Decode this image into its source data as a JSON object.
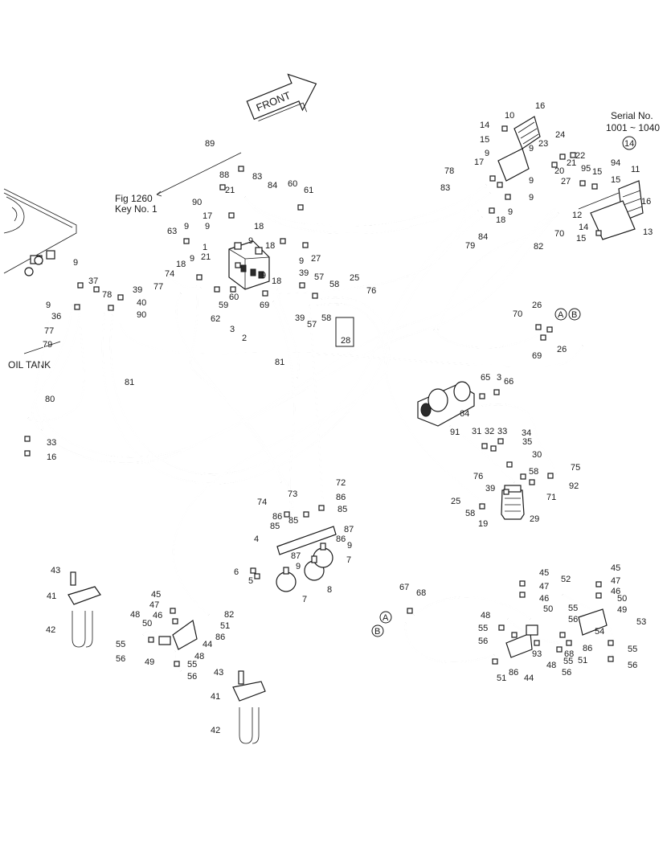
{
  "header": {
    "serial_label": "Serial No.",
    "serial_range": "1001 ~ 1040",
    "ref_badge": "14"
  },
  "front_label": "FRONT",
  "fig_ref": {
    "line1": "Fig 1260",
    "line2": "Key No. 1"
  },
  "oil_tank_label": "OIL TANK",
  "connector_a": "A",
  "connector_b": "B",
  "callouts": {
    "c89": "89",
    "c88": "88",
    "c21a": "21",
    "c83a": "83",
    "c84a": "84",
    "c60a": "60",
    "c61": "61",
    "c90a": "90",
    "c17a": "17",
    "c18a": "18",
    "c9a": "9",
    "c63": "63",
    "c9b": "9",
    "c18b": "18",
    "c1": "1",
    "c21b": "21",
    "c9c": "9",
    "c9d": "9",
    "c27a": "27",
    "c74a": "74",
    "c18c": "18",
    "c9e": "9",
    "c59": "59",
    "c60b": "60",
    "c62": "62",
    "c9f": "9",
    "c18d": "18",
    "c69a": "69",
    "c39a": "39",
    "c57a": "57",
    "c58a": "58",
    "c39b": "39",
    "c57b": "57",
    "c58b": "58",
    "c25a": "25",
    "c76a": "76",
    "c28": "28",
    "c3a": "3",
    "c2": "2",
    "c81": "81",
    "c9g": "9",
    "c37": "37",
    "c39c": "39",
    "c78a": "78",
    "c40": "40",
    "c9h": "9",
    "c36": "36",
    "c90b": "90",
    "c77a": "77",
    "c77b": "77",
    "c79a": "79",
    "c81b": "81",
    "c80": "80",
    "c33a": "33",
    "c16a": "16",
    "c10": "10",
    "c16b": "16",
    "c14a": "14",
    "c15a": "15",
    "c24": "24",
    "c23": "23",
    "c9i": "9",
    "c22": "22",
    "c21c": "21",
    "c20": "20",
    "c9j": "9",
    "c17b": "17",
    "c9k": "9",
    "c9l": "9",
    "c9m": "9",
    "c18e": "18",
    "c27b": "27",
    "c78b": "78",
    "c83b": "83",
    "c79b": "79",
    "c84b": "84",
    "c95": "95",
    "c94": "94",
    "c15b": "15",
    "c11": "11",
    "c15c": "15",
    "c16c": "16",
    "c12": "12",
    "c14b": "14",
    "c15d": "15",
    "c13": "13",
    "c70a": "70",
    "c82a": "82",
    "c70b": "70",
    "c26a": "26",
    "c69b": "69",
    "c26b": "26",
    "c65": "65",
    "c3b": "3",
    "c66": "66",
    "c64": "64",
    "c91": "91",
    "c31": "31",
    "c32": "32",
    "c33b": "33",
    "c34": "34",
    "c35": "35",
    "c30": "30",
    "c76b": "76",
    "c58c": "58",
    "c75": "75",
    "c92": "92",
    "c71": "71",
    "c39d": "39",
    "c25b": "25",
    "c58d": "58",
    "c19": "19",
    "c29": "29",
    "c74b": "74",
    "c73": "73",
    "c72": "72",
    "c86a": "86",
    "c86b": "86",
    "c85a": "85",
    "c85b": "85",
    "c85c": "85",
    "c86c": "86",
    "c4": "4",
    "c87a": "87",
    "c9n": "9",
    "c87b": "87",
    "c7a": "7",
    "c6": "6",
    "c5": "5",
    "c9o": "9",
    "c8": "8",
    "c7b": "7",
    "c43a": "43",
    "c41a": "41",
    "c42a": "42",
    "c45a": "45",
    "c47a": "47",
    "c46a": "46",
    "c82b": "82",
    "c48a": "48",
    "c50a": "50",
    "c51a": "51",
    "c86d": "86",
    "c44a": "44",
    "c55a": "55",
    "c56a": "56",
    "c49a": "49",
    "c48b": "48",
    "c55b": "55",
    "c56b": "56",
    "c43b": "43",
    "c41b": "41",
    "c42b": "42",
    "c67": "67",
    "c68": "68",
    "c45b": "45",
    "c47b": "47",
    "c46b": "46",
    "c52": "52",
    "c45c": "45",
    "c47c": "47",
    "c46c": "46",
    "c50b": "50",
    "c49b": "49",
    "c53": "53",
    "c48c": "48",
    "c55c": "55",
    "c56c": "56",
    "c50c": "50",
    "c55d": "55",
    "c56d": "56",
    "c93": "93",
    "c68b": "68",
    "c86e": "86",
    "c54": "54",
    "c51b": "51",
    "c48d": "48",
    "c55e": "55",
    "c56e": "56",
    "c51c": "51",
    "c86f": "86",
    "c44b": "44",
    "c55f": "55",
    "c56f": "56"
  }
}
